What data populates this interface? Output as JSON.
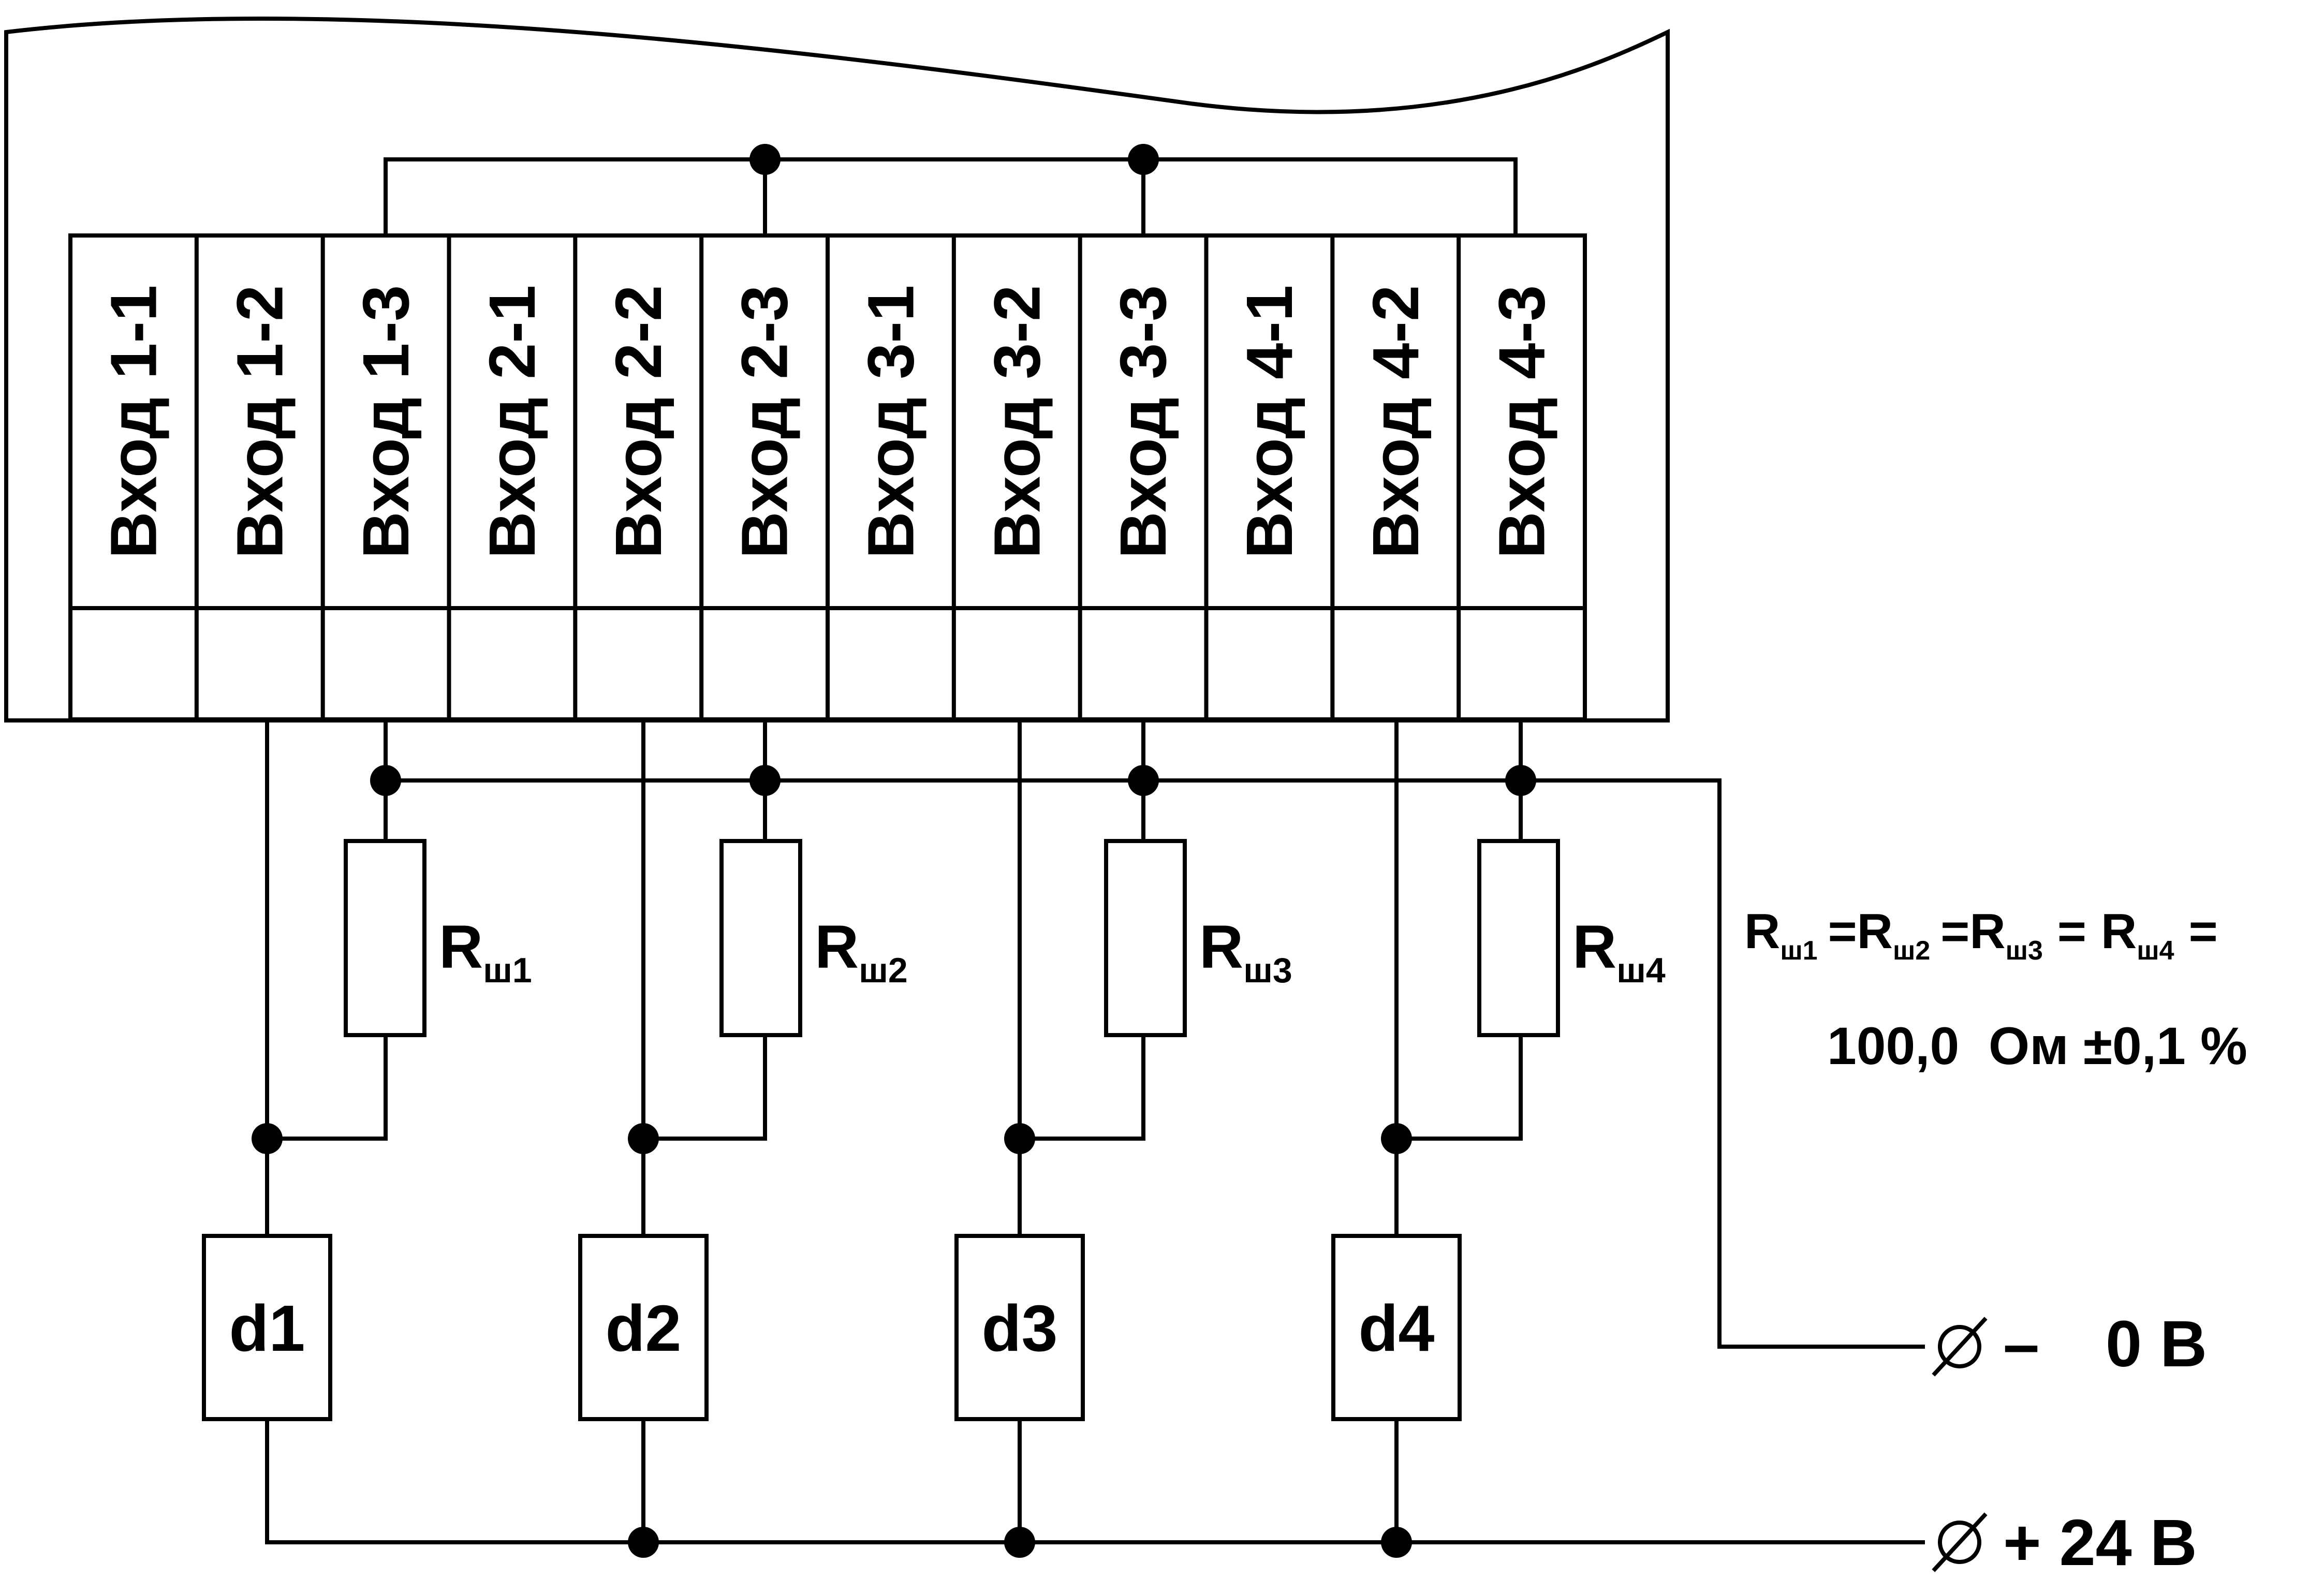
{
  "terminals": [
    {
      "label": "Вход 1-1"
    },
    {
      "label": "Вход 1-2"
    },
    {
      "label": "Вход 1-3"
    },
    {
      "label": "Вход 2-1"
    },
    {
      "label": "Вход 2-2"
    },
    {
      "label": "Вход 2-3"
    },
    {
      "label": "Вход 3-1"
    },
    {
      "label": "Вход 3-2"
    },
    {
      "label": "Вход 3-3"
    },
    {
      "label": "Вход 4-1"
    },
    {
      "label": "Вход 4-2"
    },
    {
      "label": "Вход 4-3"
    }
  ],
  "resistors": [
    {
      "main": "R",
      "sub": "ш1"
    },
    {
      "main": "R",
      "sub": "ш2"
    },
    {
      "main": "R",
      "sub": "ш3"
    },
    {
      "main": "R",
      "sub": "ш4"
    }
  ],
  "devices": [
    {
      "label": "d1"
    },
    {
      "label": "d2"
    },
    {
      "label": "d3"
    },
    {
      "label": "d4"
    }
  ],
  "equation": {
    "r": "R",
    "subs": [
      "ш1",
      "ш2",
      "ш3",
      "ш4"
    ],
    "eq": "=",
    "value": "100,0  Ом ±0,1 %"
  },
  "rails": {
    "minus_sign": "–",
    "minus_label": "0 В",
    "plus_label": "+ 24 В"
  }
}
